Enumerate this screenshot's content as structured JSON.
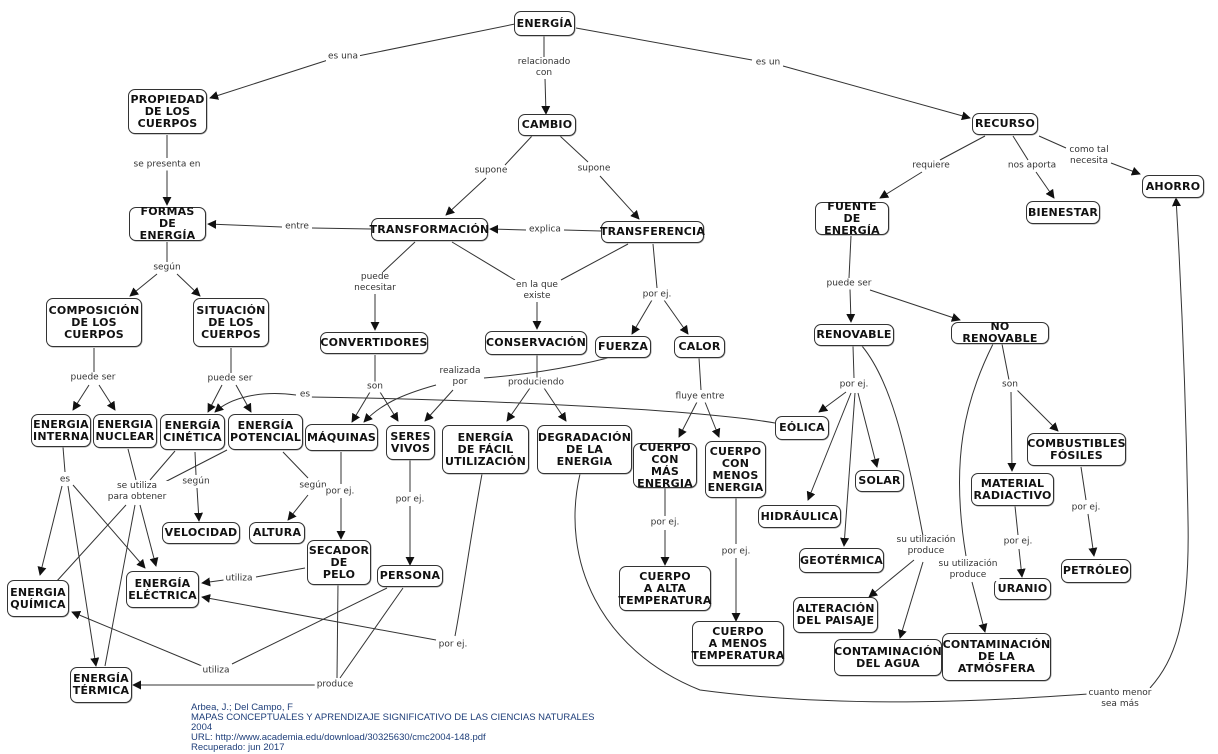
{
  "concepts": {
    "energia": "ENERGÍA",
    "propiedad": "PROPIEDAD\nDE LOS\nCUERPOS",
    "cambio": "CAMBIO",
    "recurso": "RECURSO",
    "ahorro": "AHORRO",
    "bienestar": "BIENESTAR",
    "fuente": "FUENTE DE\nENERGÍA",
    "formas": "FORMAS DE\nENERGÍA",
    "transformacion": "TRANSFORMACIÓN",
    "transferencia": "TRANSFERENCIA",
    "composicion": "COMPOSICIÓN\nDE LOS\nCUERPOS",
    "situacion": "SITUACIÓN\nDE LOS\nCUERPOS",
    "convertidores": "CONVERTIDORES",
    "conservacion": "CONSERVACIÓN",
    "fuerza": "FUERZA",
    "calor": "CALOR",
    "renovable": "RENOVABLE",
    "norenovable": "NO RENOVABLE",
    "interna": "ENERGIA\nINTERNA",
    "nuclear": "ENERGIA\nNUCLEAR",
    "cinetica": "ENERGÍA\nCINÉTICA",
    "potencial": "ENERGÍA\nPOTENCIAL",
    "maquinas": "MÁQUINAS",
    "seres": "SERES\nVIVOS",
    "facil": "ENERGÍA\nDE FÁCIL\nUTILIZACIÓN",
    "degradacion": "DEGRADACIÓN\nDE LA\nENERGIA",
    "eolica": "EÓLICA",
    "combustibles": "COMBUSTIBLES\nFÓSILES",
    "cuerpomas": "CUERPO\nCON MÁS\nENERGIA",
    "cuerpomenos": "CUERPO\nCON\nMENOS\nENERGIA",
    "solar": "SOLAR",
    "material": "MATERIAL\nRADIACTIVO",
    "hidraulica": "HIDRÁULICA",
    "velocidad": "VELOCIDAD",
    "altura": "ALTURA",
    "secador": "SECADOR\nDE\nPELO",
    "geotermica": "GEOTÉRMICA",
    "petroleo": "PETRÓLEO",
    "quimica": "ENERGIA\nQUÍMICA",
    "electrica": "ENERGÍA\nELÉCTRICA",
    "persona": "PERSONA",
    "altatemp": "CUERPO\nA ALTA\nTEMPERATURA",
    "uranio": "URANIO",
    "alteracion": "ALTERACIÓN\nDEL PAISAJE",
    "menostemp": "CUERPO\nA MENOS\nTEMPERATURA",
    "contagua": "CONTAMINACIÓN\nDEL AGUA",
    "contatm": "CONTAMINACIÓN\nDE LA\nATMÓSFERA",
    "termica": "ENERGÍA\nTÉRMICA"
  },
  "linking_phrases": {
    "es_una": "es una",
    "relacionado_con": "relacionado\ncon",
    "es_un": "es un",
    "se_presenta_en": "se presenta en",
    "supone_1": "supone",
    "supone_2": "supone",
    "requiere": "requiere",
    "nos_aporta": "nos aporta",
    "como_tal_necesita": "como tal\nnecesita",
    "entre": "entre",
    "explica": "explica",
    "segun_1": "según",
    "puede_necesitar": "puede\nnecesitar",
    "en_la_que_existe": "en la que\nexiste",
    "por_ej_transf": "por ej.",
    "puede_ser_fuente": "puede ser",
    "puede_ser_comp": "puede ser",
    "puede_ser_sit": "puede ser",
    "realizada_por": "realizada\npor",
    "son_conv": "son",
    "produciendo": "produciendo",
    "es_eolica": "es",
    "fluye_entre": "fluye entre",
    "por_ej_renov": "por ej.",
    "son_norenov": "son",
    "es_interna": "es",
    "se_utiliza_para_obtener": "se utiliza\npara obtener",
    "segun_cin": "según",
    "segun_pot": "según",
    "por_ej_maq": "por ej.",
    "por_ej_seres": "por ej.",
    "por_ej_mas": "por ej.",
    "por_ej_menos": "por ej.",
    "por_ej_mat": "por ej.",
    "por_ej_comb": "por ej.",
    "su_utilizacion_produce_1": "su utilización\nproduce",
    "su_utilizacion_produce_2": "su utilización\nproduce",
    "utiliza_secador": "utiliza",
    "por_ej_facil": "por ej.",
    "utiliza_persona": "utiliza",
    "produce": "produce",
    "cuanto_menor_sea_mas": "cuanto menor\nsea más"
  },
  "citation": {
    "authors": "Arbea, J.; Del Campo, F",
    "title": "MAPAS CONCEPTUALES Y APRENDIZAJE SIGNIFICATIVO DE LAS CIENCIAS NATURALES",
    "year": "2004",
    "url": "URL: http://www.academia.edu/download/30325630/cmc2004-148.pdf",
    "retrieved": "Recuperado: jun 2017"
  }
}
